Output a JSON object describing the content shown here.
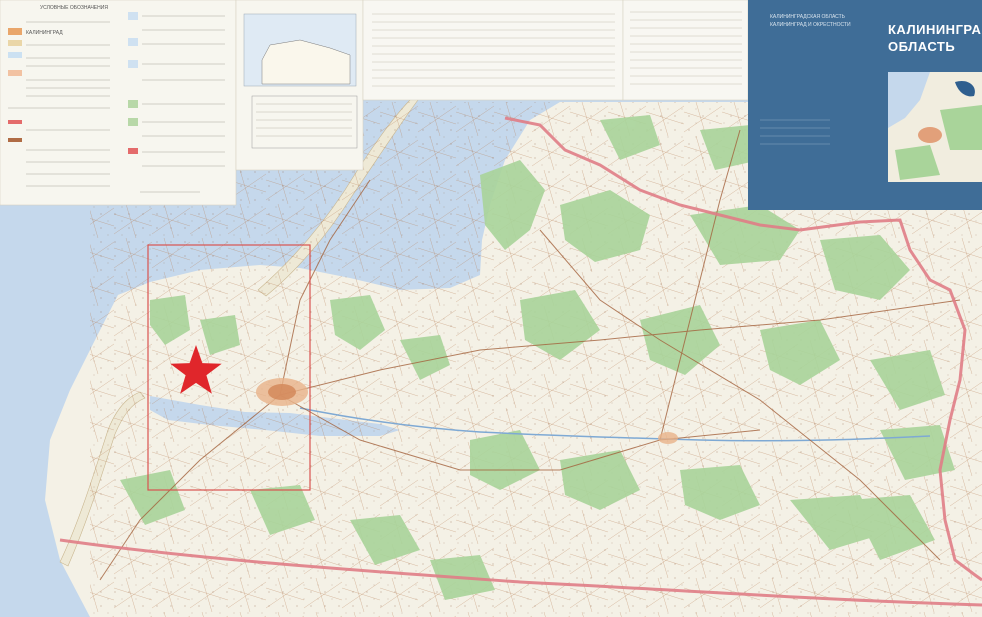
{
  "map": {
    "cover": {
      "title_line1": "КАЛИНИНГРАДС",
      "title_line2": "ОБЛАСТЬ",
      "subtitle_line1": "КАЛИНИНГРАДСКАЯ ОБЛАСТЬ",
      "subtitle_line2": "КАЛИНИНГРАД И ОКРЕСТНОСТИ"
    },
    "legend": {
      "heading": "УСЛОВНЫЕ ОБОЗНАЧЕНИЯ",
      "city_label": "КАЛИНИНГРАД"
    },
    "marker": {
      "type": "star-marker",
      "color": "#e0262b"
    },
    "highlight": {
      "type": "study-area-rectangle",
      "color": "#d9534f"
    },
    "colors": {
      "sea": "#c5d8ec",
      "land": "#f4f1e6",
      "forest": "#a9d49a",
      "roads": "#a3613b",
      "border": "#e07d86",
      "cover": "#3f6d97"
    }
  }
}
